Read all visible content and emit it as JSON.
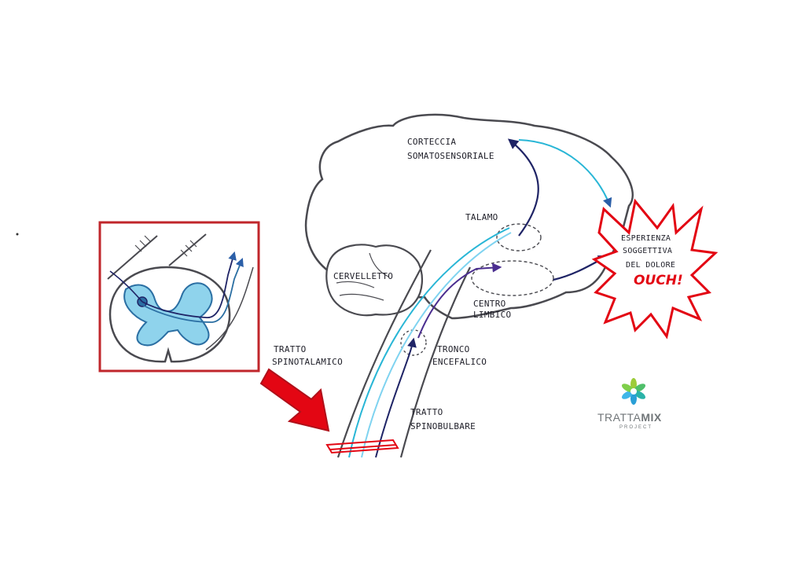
{
  "labels": {
    "cortex": [
      "CORTECCIA",
      "SOMATOSENSORIALE"
    ],
    "thalamus": "TALAMO",
    "cerebellum": "CERVELLETTO",
    "limbic": [
      "CENTRO",
      "LIMBICO"
    ],
    "brainstem": [
      "TRONCO",
      "ENCEFALICO"
    ],
    "spinothalamic": [
      "TRATTO",
      "SPINOTALAMICO"
    ],
    "spinobulbar": [
      "TRATTO",
      "SPINOBULBARE"
    ],
    "pain_experience": [
      "ESPERIENZA",
      "SOGGETTIVA",
      "DEL DOLORE"
    ],
    "ouch": "OUCH!"
  },
  "logo": {
    "name_light": "TRATTA",
    "name_bold": "MIX",
    "subtitle": "PROJECT"
  },
  "colors": {
    "outline": "#4a4a50",
    "red": "#e30613",
    "cyan": "#29b6d6",
    "cyan_light": "#7fd3f0",
    "navy": "#1f2466",
    "purple": "#4a2d8f"
  }
}
